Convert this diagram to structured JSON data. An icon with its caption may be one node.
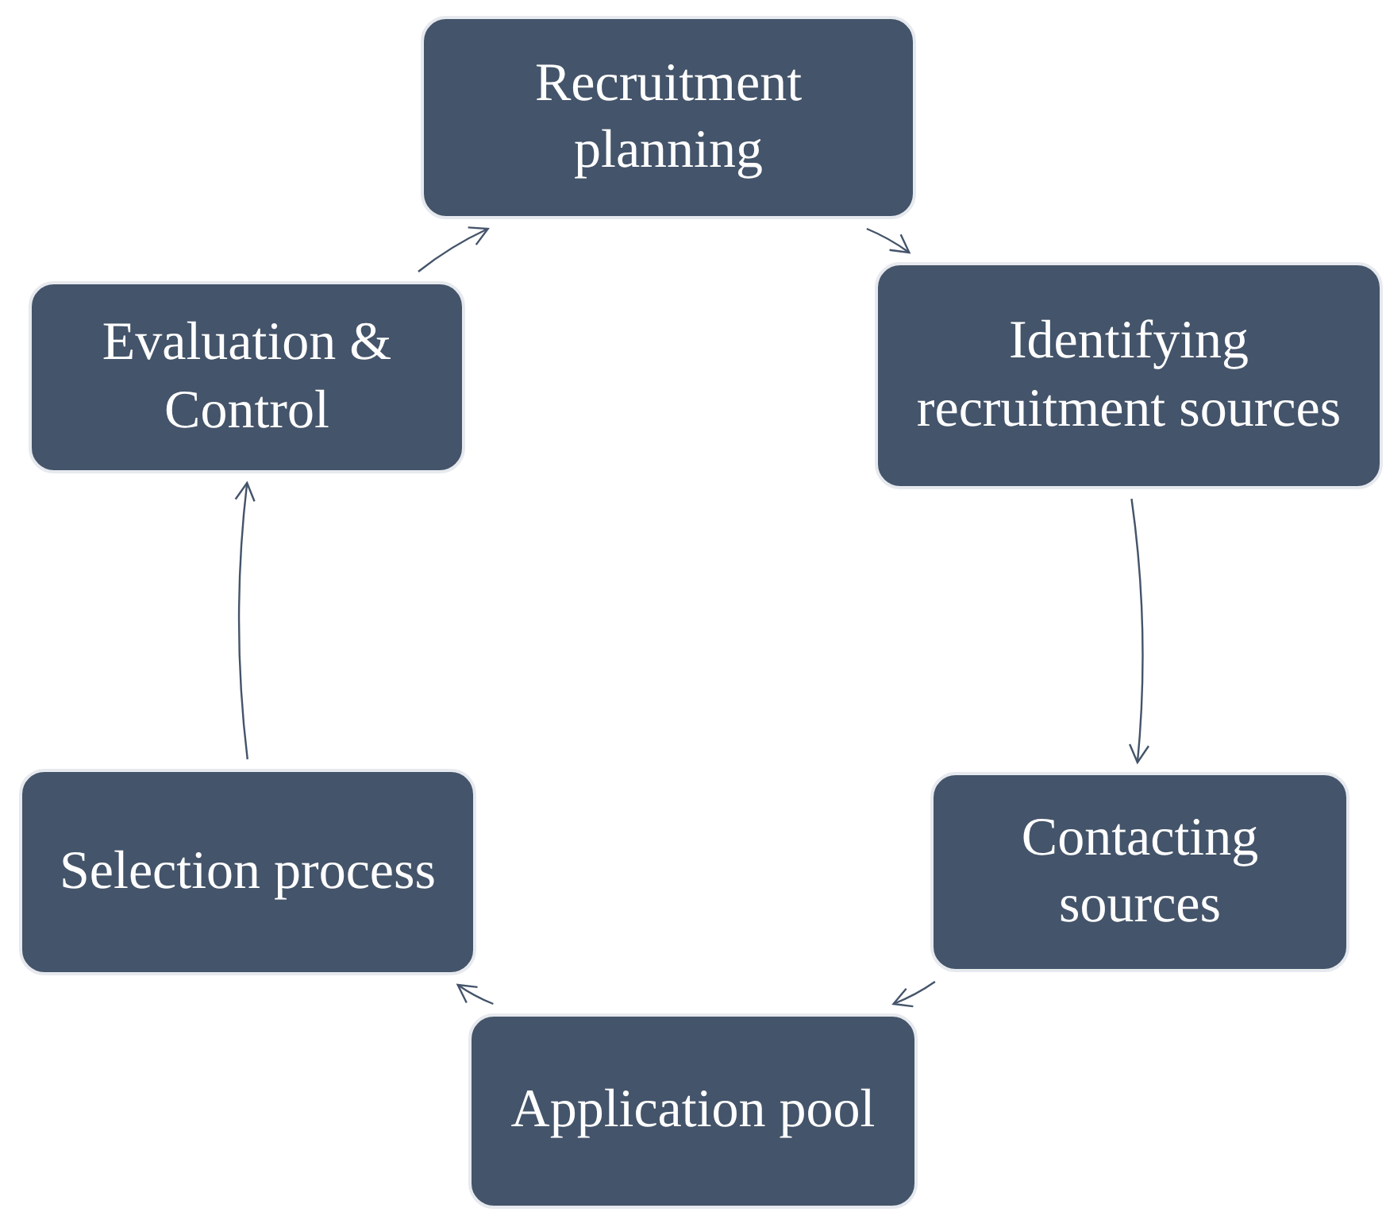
{
  "diagram": {
    "nodes": [
      {
        "text": [
          "Recruitment planning"
        ]
      },
      {
        "text": [
          "Identifying recruitment sources"
        ]
      },
      {
        "text": [
          "Contacting sources"
        ]
      },
      {
        "text": [
          "Application pool"
        ]
      },
      {
        "text": [
          "Selection process"
        ]
      },
      {
        "text": [
          "Evaluation & Control"
        ]
      }
    ],
    "edges": [
      {
        "from": 0,
        "to": 1,
        "arrow": "to"
      },
      {
        "from": 1,
        "to": 2,
        "arrow": "to"
      },
      {
        "from": 2,
        "to": 3,
        "arrow": "to"
      },
      {
        "from": 3,
        "to": 4,
        "arrow": "to"
      },
      {
        "from": 4,
        "to": 5,
        "arrow": "to"
      },
      {
        "from": 5,
        "to": 0,
        "arrow": "to"
      }
    ]
  }
}
